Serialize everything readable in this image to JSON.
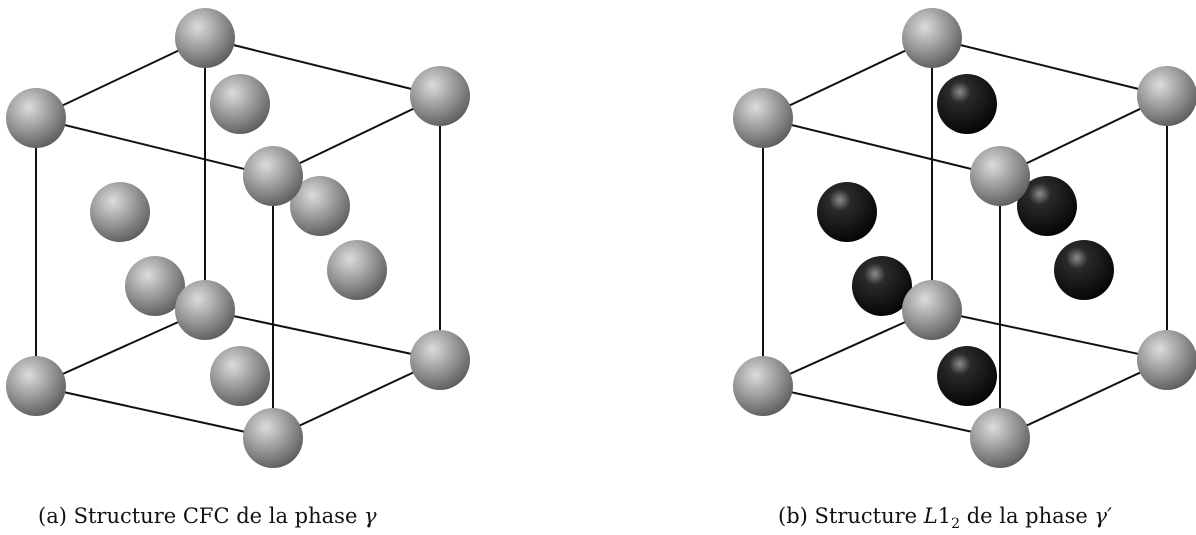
{
  "colors": {
    "gamma_atom": "#9a9a9a",
    "gamma_prime_atom": "#1e1e1e",
    "edge": "#111111"
  },
  "panels": [
    {
      "caption_prefix": "(a) Structure CFC de la phase ",
      "caption_symbol": "γ",
      "face_atom_type": "gray"
    },
    {
      "caption_prefix": "(b) Structure ",
      "caption_l": "L",
      "caption_one": "1",
      "caption_sub": "2",
      "caption_middle": " de la phase ",
      "caption_symbol": "γ′",
      "face_atom_type": "black"
    }
  ]
}
